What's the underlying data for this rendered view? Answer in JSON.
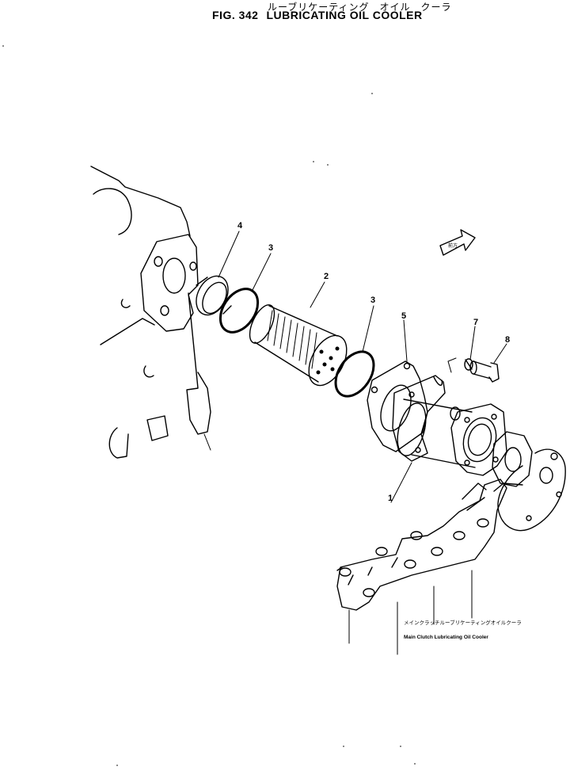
{
  "header": {
    "title_jp": "ルーブリケーティング　オイル　クーラ",
    "fig_number": "FIG. 342",
    "title_en": "LUBRICATING OIL COOLER"
  },
  "callouts": {
    "c1": "1",
    "c2": "2",
    "c3a": "3",
    "c3b": "3",
    "c4": "4",
    "c5": "5",
    "c7": "7",
    "c8": "8"
  },
  "caption": {
    "jp": "メインクラッチルーブリケーティングオイルクーラ",
    "en": "Main Clutch Lubricating Oil Cooler"
  },
  "arrow_tag": "前方"
}
